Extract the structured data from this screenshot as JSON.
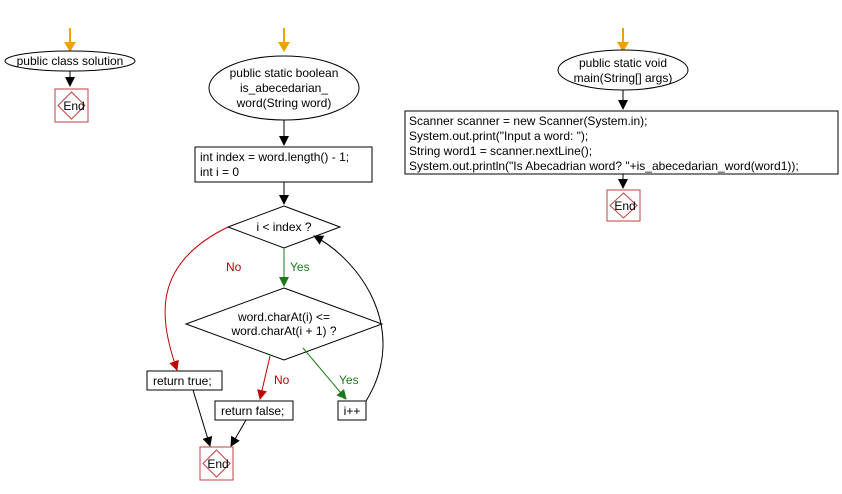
{
  "flow1": {
    "start": "public class solution",
    "end": "End"
  },
  "flow2": {
    "start_line1": "public static boolean",
    "start_line2": "is_abecedarian_",
    "start_line3": "word(String word)",
    "init_line1": "int index = word.length() - 1;",
    "init_line2": "int i = 0",
    "loop_cond": "i < index ?",
    "compare_line1": "word.charAt(i) <=",
    "compare_line2": "word.charAt(i + 1) ?",
    "ret_true": "return true;",
    "ret_false": "return false;",
    "incr": "i++",
    "no_label": "No",
    "yes_label": "Yes",
    "no_label_2": "No",
    "yes_label_2": "Yes",
    "end": "End"
  },
  "flow3": {
    "start_line1": "public static void",
    "start_line2": "main(String[] args)",
    "code_lines": [
      "Scanner scanner = new Scanner(System.in);",
      "System.out.print(\"Input a word: \");",
      "String word1 = scanner.nextLine();",
      "System.out.println(\"Is Abecadrian word? \"+is_abecedarian_word(word1));"
    ],
    "end": "End"
  },
  "colors": {
    "start_arrow": "#f0a000",
    "end_border": "#c04040",
    "no": "#c00000",
    "yes": "#1a7a1a",
    "line": "#000000"
  }
}
